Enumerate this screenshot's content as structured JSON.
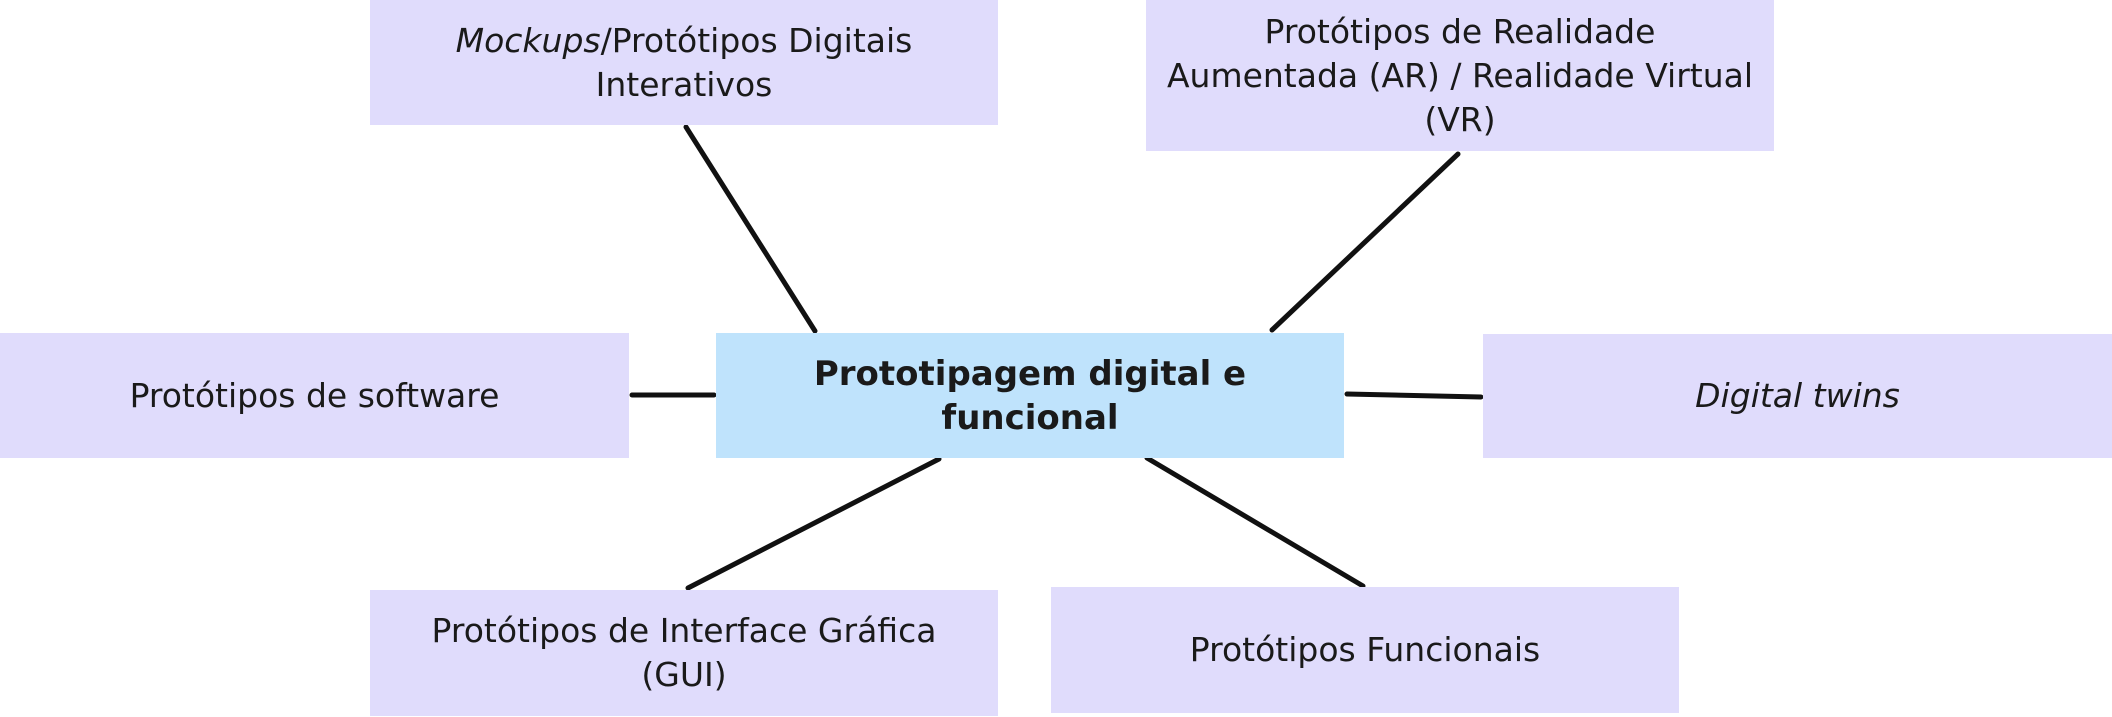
{
  "diagram": {
    "center": {
      "label": "Prototipagem digital e funcional"
    },
    "nodes": {
      "mockups": {
        "label_emphasis": "Mockups",
        "label_rest": "/Protótipos Digitais Interativos"
      },
      "ar_vr": {
        "label": "Protótipos de Realidade Aumentada (AR) / Realidade Virtual (VR)"
      },
      "software": {
        "label": "Protótipos de software"
      },
      "digital_twins": {
        "label": "Digital twins"
      },
      "gui": {
        "label": "Protótipos de Interface Gráfica (GUI)"
      },
      "funcionais": {
        "label": "Protótipos Funcionais"
      }
    },
    "colors": {
      "center_fill": "#bfe3fc",
      "node_fill": "#e0dcfc",
      "connector": "#111111"
    }
  }
}
